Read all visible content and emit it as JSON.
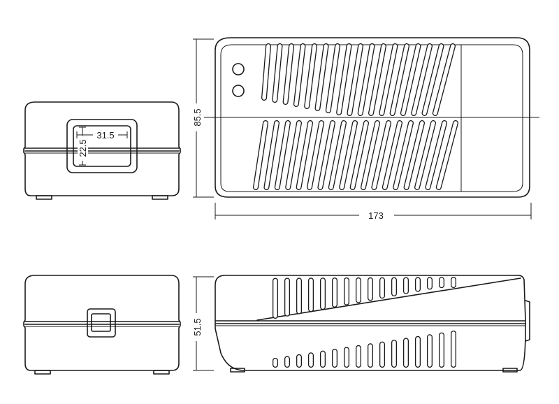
{
  "dimensions": {
    "front_length": "173",
    "front_height": "85.5",
    "side_height": "51.5",
    "window_width": "31.5",
    "window_height": "22.5"
  },
  "colors": {
    "line": "#1a1a1a",
    "background": "#ffffff"
  }
}
